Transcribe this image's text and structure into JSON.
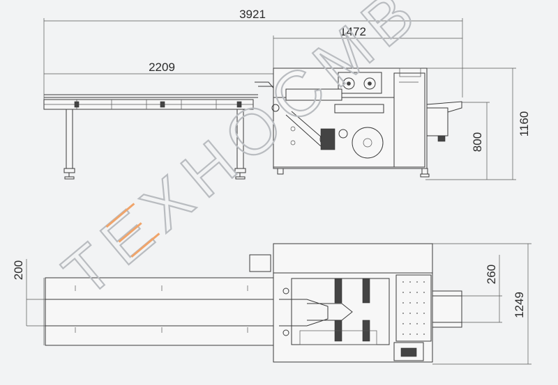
{
  "watermark": {
    "text": "TEXHOCMB",
    "accent_color": "#f0a46a"
  },
  "dimensions": {
    "total_length": "3921",
    "packing_section": "1472",
    "infeed_conveyor": "2209",
    "overall_height": "1160",
    "work_height": "800",
    "infeed_width": "200",
    "outfeed_width": "260",
    "overall_width": "1249"
  }
}
